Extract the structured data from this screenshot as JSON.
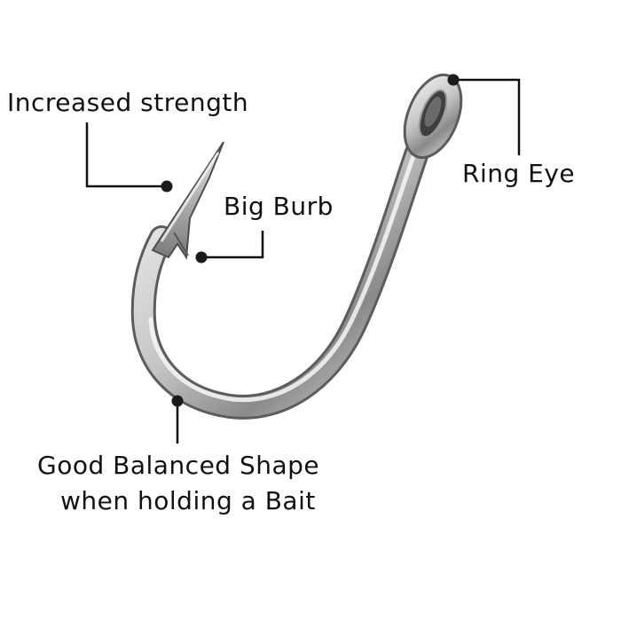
{
  "labels": {
    "strength": "Increased strength",
    "ring_eye": "Ring Eye",
    "big_burb": "Big Burb",
    "shape_line1": "Good Balanced Shape",
    "shape_line2": "when holding a Bait"
  },
  "colors": {
    "background": "#ffffff",
    "text": "#111111",
    "leader": "#111111",
    "metal_light": "#f2f2f2",
    "metal_mid": "#b8b8b8",
    "metal_dark": "#6e6e6e"
  }
}
